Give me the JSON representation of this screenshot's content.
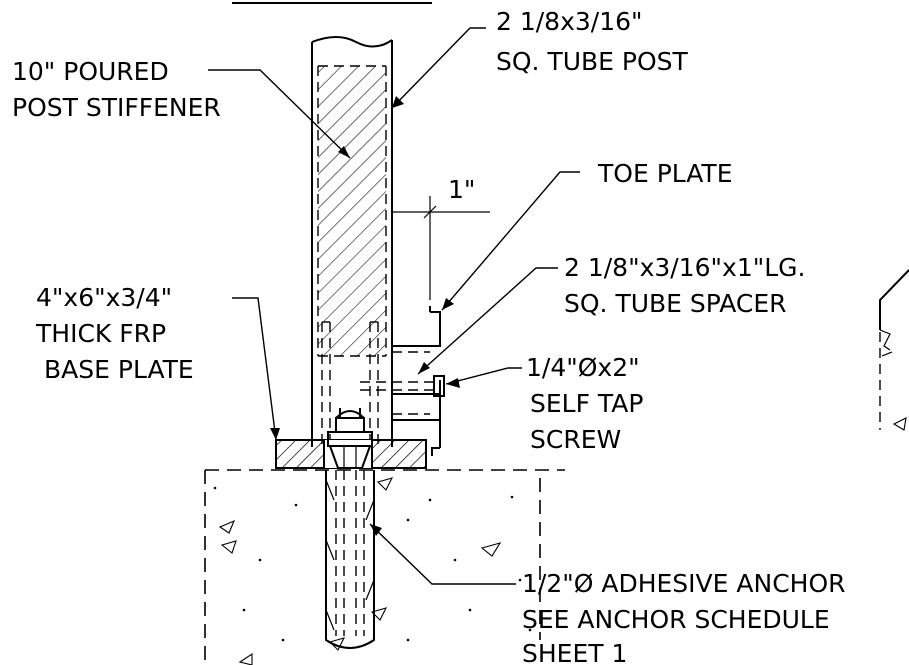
{
  "labels": {
    "tube_post": [
      "2 1/8x3/16\"",
      "SQ. TUBE POST"
    ],
    "stiffener": [
      "10\" POURED",
      "POST STIFFENER"
    ],
    "toe_plate": [
      "TOE PLATE"
    ],
    "dimension": "1\"",
    "spacer": [
      "2 1/8\"x3/16\"x1\"LG.",
      "SQ. TUBE SPACER"
    ],
    "base_plate": [
      "4\"x6\"x3/4\"",
      "THICK FRP",
      "BASE PLATE"
    ],
    "screw": [
      "1/4\"Øx2\"",
      "SELF TAP",
      "SCREW"
    ],
    "anchor": [
      "1/2\"Ø ADHESIVE ANCHOR",
      "SEE ANCHOR SCHEDULE",
      "SHEET 1"
    ]
  }
}
